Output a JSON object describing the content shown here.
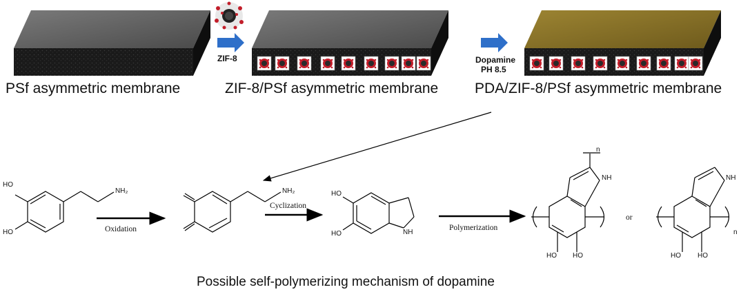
{
  "membranes": {
    "psf": "PSf asymmetric membrane",
    "zif_psf": "ZIF-8/PSf asymmetric membrane",
    "pda_zif_psf": "PDA/ZIF-8/PSf asymmetric membrane"
  },
  "steps": {
    "zif8": "ZIF-8",
    "dopamine": "Dopamine",
    "ph": "PH 8.5"
  },
  "reactions": {
    "oxidation": "Oxidation",
    "cyclization": "Cyclization",
    "polymerization": "Polymerization",
    "or": "or"
  },
  "groups": {
    "ho": "HO",
    "nh2": "NH₂",
    "nh": "NH",
    "n_sub": "n"
  },
  "caption": "Possible self-polymerizing mechanism of dopamine",
  "colors": {
    "membrane_top": "#6b6b6b",
    "membrane_side": "#141414",
    "pda_layer": "#8a7428",
    "arrow_blue": "#2e6fc9",
    "zif_particle": "#c21e2a"
  }
}
